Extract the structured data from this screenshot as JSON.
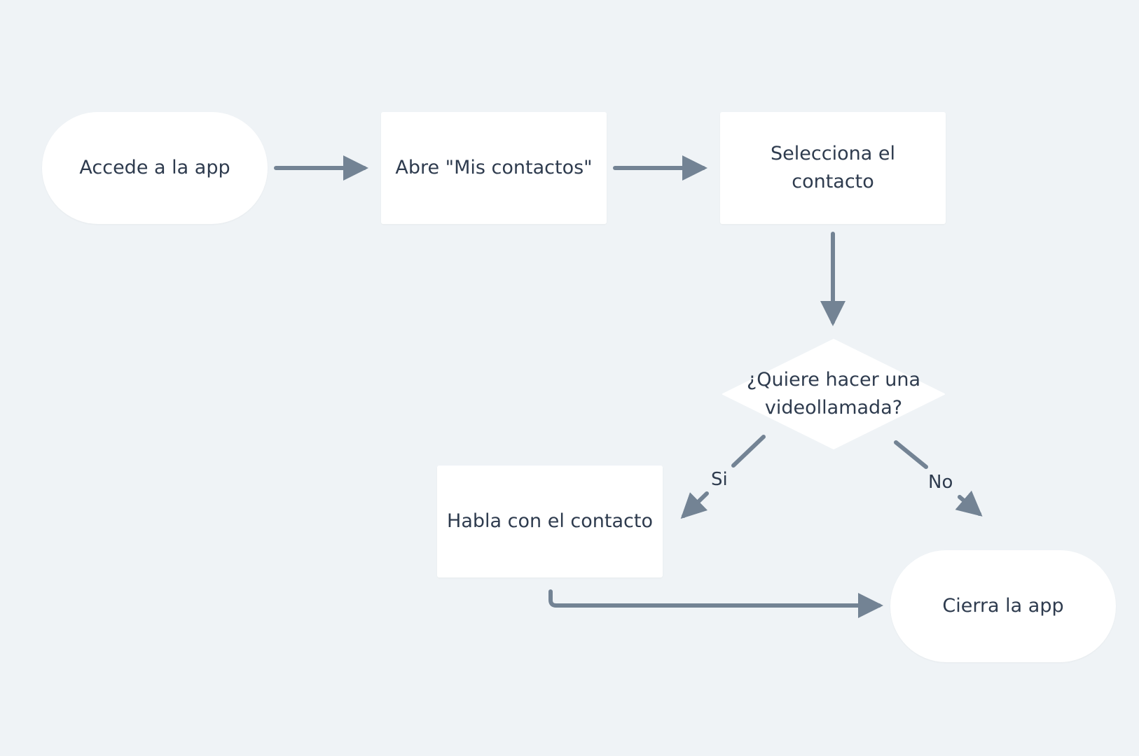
{
  "diagram": {
    "nodes": {
      "accede": "Accede a la app",
      "abre": "Abre \"Mis contactos\"",
      "selecciona": "Selecciona el contacto",
      "decision": "¿Quiere hacer una videollamada?",
      "habla": "Habla con el contacto",
      "cierra": "Cierra la app"
    },
    "edge_labels": {
      "si": "Si",
      "no": "No"
    },
    "colors": {
      "background": "#eff3f6",
      "node_fill": "#ffffff",
      "connector": "#738394",
      "text": "#2e3b4e"
    }
  }
}
